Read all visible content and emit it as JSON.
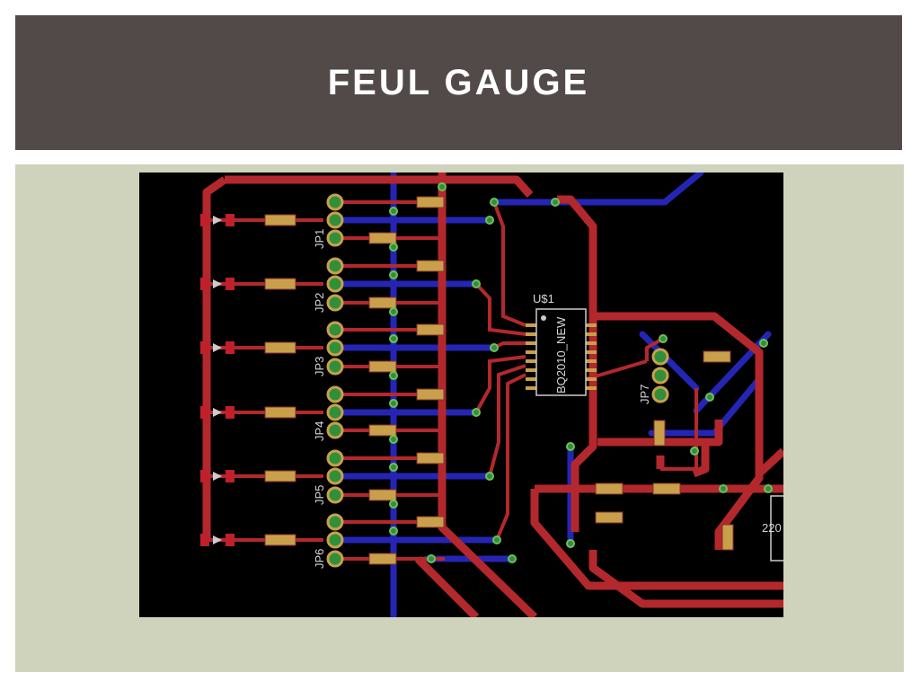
{
  "slide": {
    "title": "FEUL GAUGE"
  },
  "pcb": {
    "chip_name": "U$1",
    "chip_part": "BQ2010_NEW",
    "headers": [
      "JP1",
      "JP2",
      "JP3",
      "JP4",
      "JP5",
      "JP6",
      "JP7"
    ],
    "partial_label": "220",
    "colors": {
      "background": "#000000",
      "top_trace": "#b3282d",
      "bottom_trace": "#2525b5",
      "pad": "#c8a04a",
      "via_ring": "#2f8f3a",
      "silkscreen": "#d8d8d8"
    }
  }
}
